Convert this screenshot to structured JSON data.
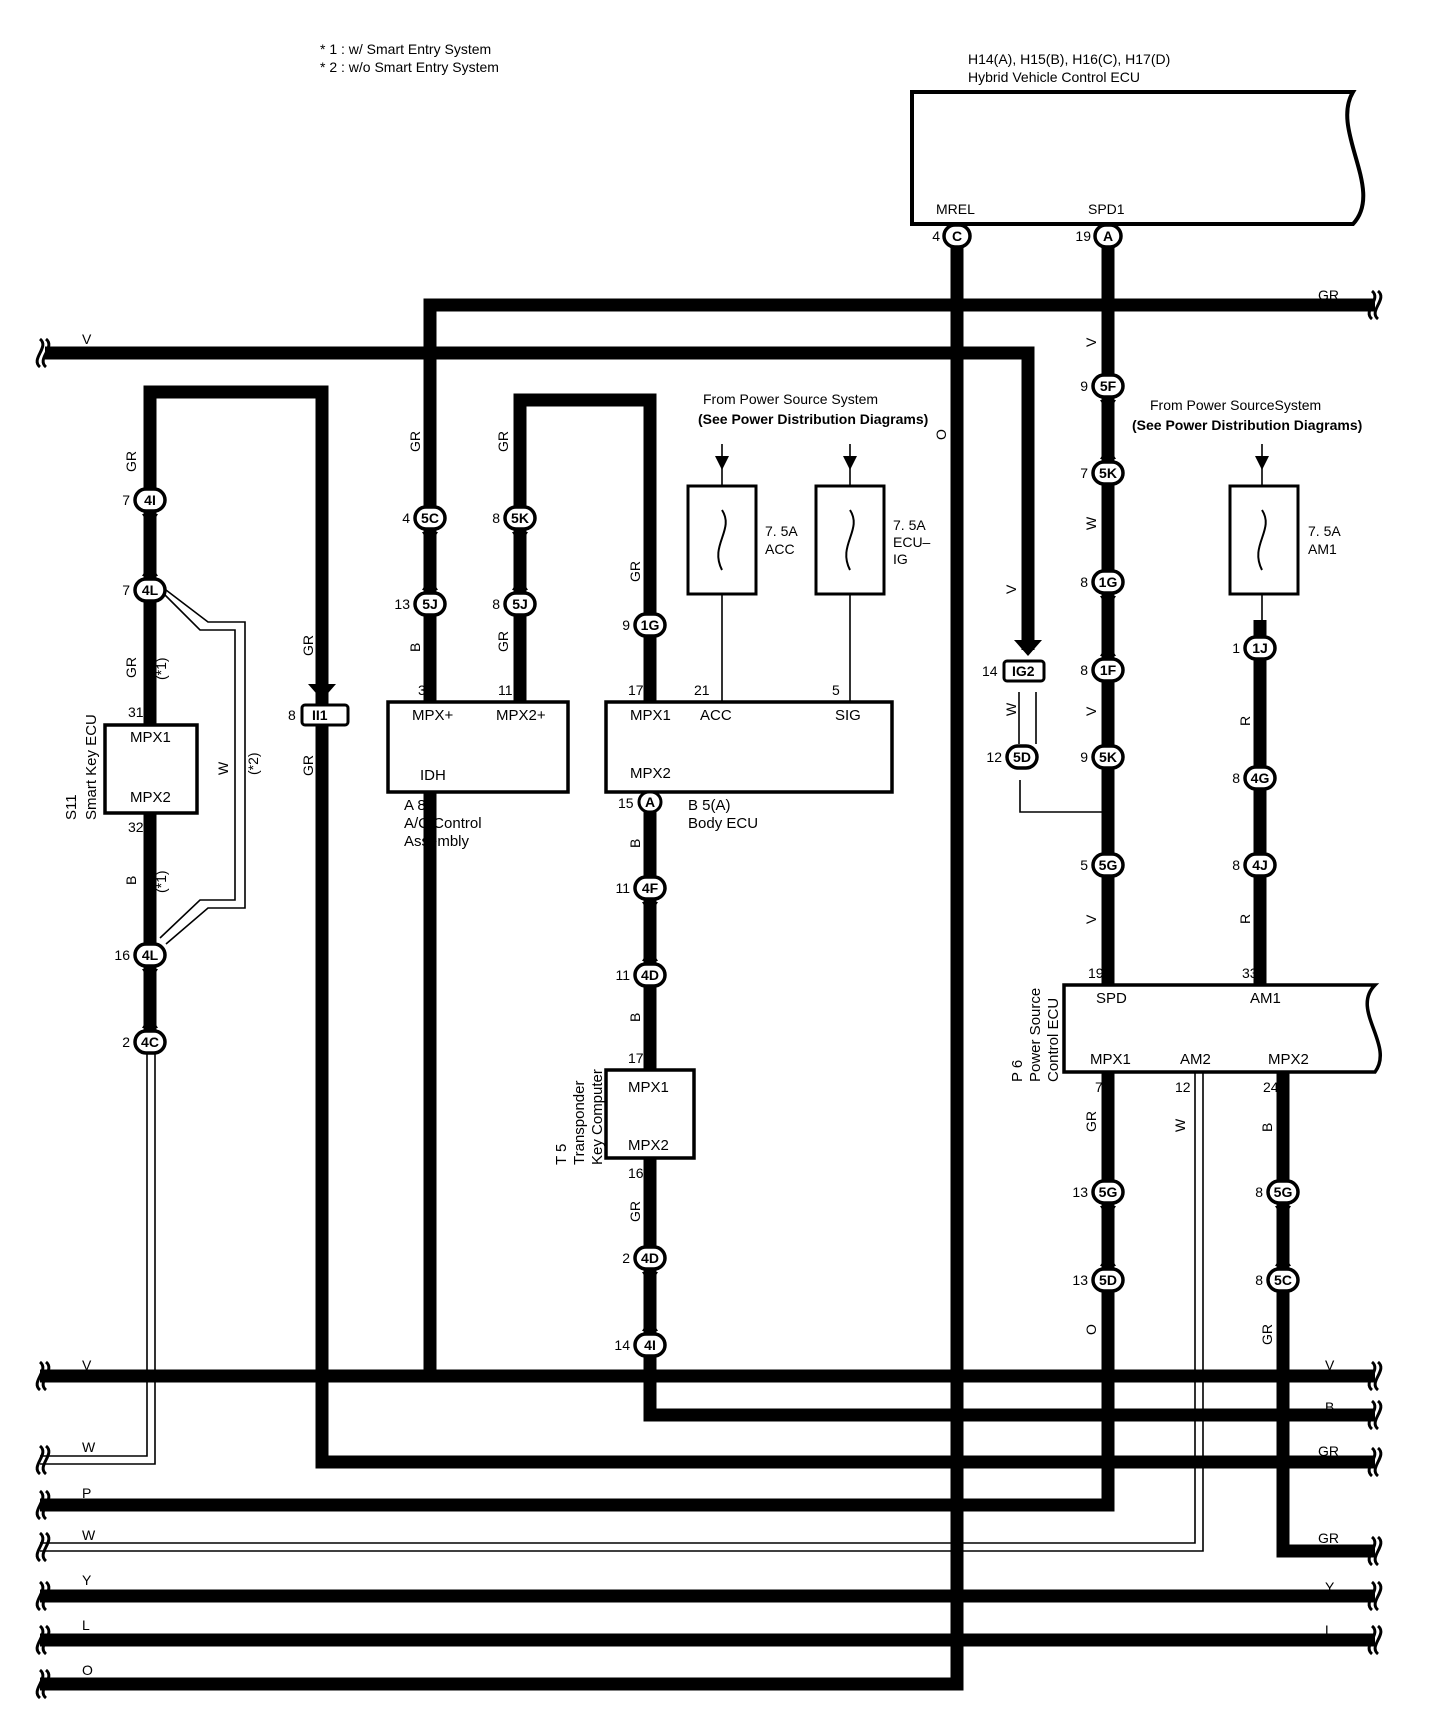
{
  "notes": {
    "note1": "* 1 : w/ Smart Entry System",
    "note2": "* 2 : w/o Smart Entry System"
  },
  "hv_ecu": {
    "connectors": "H14(A), H15(B), H16(C), H17(D)",
    "name": "Hybrid Vehicle Control ECU",
    "pin_mrel": "MREL",
    "pin_spd1": "SPD1",
    "mrel_num": "4",
    "mrel_conn": "C",
    "spd1_num": "19",
    "spd1_conn": "A"
  },
  "power_source": {
    "from1": "From Power Source System",
    "see1": "(See Power Distribution Diagrams)",
    "from2": "From Power SourceSystem",
    "see2": "(See Power Distribution Diagrams)"
  },
  "fuses": {
    "acc_amp": "7. 5A",
    "acc_name": "ACC",
    "ecuig_amp": "7. 5A",
    "ecuig_name1": "ECU–",
    "ecuig_name2": "IG",
    "am1_amp": "7. 5A",
    "am1_name": "AM1"
  },
  "smart_key_ecu": {
    "code": "S11",
    "name": "Smart Key ECU",
    "pin_mpx1": "MPX1",
    "pin_mpx2": "MPX2",
    "num31": "31",
    "num32": "32"
  },
  "ac_control": {
    "code": "A 8",
    "name1": "A/C Control",
    "name2": "Assembly",
    "pin_mpx_plus": "MPX+",
    "pin_mpx2_plus": "MPX2+",
    "pin_idh": "IDH",
    "num3": "3",
    "num11": "11"
  },
  "body_ecu": {
    "code": "B 5(A)",
    "name": "Body ECU",
    "pin_mpx1": "MPX1",
    "pin_acc": "ACC",
    "pin_sig": "SIG",
    "pin_mpx2": "MPX2",
    "num17": "17",
    "num21": "21",
    "num5": "5",
    "num15": "15",
    "conn_a": "A"
  },
  "transponder": {
    "code": "T 5",
    "name1": "Transponder",
    "name2": "Key Computer",
    "pin_mpx1": "MPX1",
    "pin_mpx2": "MPX2",
    "num17": "17",
    "num16": "16"
  },
  "power_source_ecu": {
    "code": "P 6",
    "name1": "Power Source",
    "name2": "Control ECU",
    "pin_spd": "SPD",
    "pin_am1": "AM1",
    "pin_mpx1": "MPX1",
    "pin_am2": "AM2",
    "pin_mpx2": "MPX2",
    "num19": "19",
    "num33": "33",
    "num7": "7",
    "num12": "12",
    "num24": "24"
  },
  "connectors": [
    {
      "id": "c-4I-top",
      "label": "4I",
      "num": "7"
    },
    {
      "id": "c-4L-top",
      "label": "4L",
      "num": "7"
    },
    {
      "id": "c-4L-bot",
      "label": "4L",
      "num": "16"
    },
    {
      "id": "c-4C",
      "label": "4C",
      "num": "2"
    },
    {
      "id": "c-5C",
      "label": "5C",
      "num": "4"
    },
    {
      "id": "c-5J-a",
      "label": "5J",
      "num": "13"
    },
    {
      "id": "c-5K-top",
      "label": "5K",
      "num": "8"
    },
    {
      "id": "c-5J-b",
      "label": "5J",
      "num": "8"
    },
    {
      "id": "c-1G-body",
      "label": "1G",
      "num": "9"
    },
    {
      "id": "c-4F",
      "label": "4F",
      "num": "11"
    },
    {
      "id": "c-4D-top",
      "label": "4D",
      "num": "11"
    },
    {
      "id": "c-4D-bot",
      "label": "4D",
      "num": "2"
    },
    {
      "id": "c-4I-bot",
      "label": "4I",
      "num": "14"
    },
    {
      "id": "c-5F",
      "label": "5F",
      "num": "9"
    },
    {
      "id": "c-5K-r1",
      "label": "5K",
      "num": "7"
    },
    {
      "id": "c-1G-r",
      "label": "1G",
      "num": "8"
    },
    {
      "id": "c-1F",
      "label": "1F",
      "num": "8"
    },
    {
      "id": "c-5K-r2",
      "label": "5K",
      "num": "9"
    },
    {
      "id": "c-5D-top",
      "label": "5D",
      "num": "12"
    },
    {
      "id": "c-5G-top",
      "label": "5G",
      "num": "5"
    },
    {
      "id": "c-1J",
      "label": "1J",
      "num": "1"
    },
    {
      "id": "c-4G",
      "label": "4G",
      "num": "8"
    },
    {
      "id": "c-4J",
      "label": "4J",
      "num": "8"
    },
    {
      "id": "c-5G-mid",
      "label": "5G",
      "num": "13"
    },
    {
      "id": "c-5D-bot",
      "label": "5D",
      "num": "13"
    },
    {
      "id": "c-5G-r",
      "label": "5G",
      "num": "8"
    },
    {
      "id": "c-5C-r",
      "label": "5C",
      "num": "8"
    }
  ],
  "boxes": {
    "ig2_label": "IG2",
    "ig2_num": "14",
    "ii1_label": "II1",
    "ii1_num": "8"
  },
  "wire_labels": {
    "gr_top_right": "GR",
    "v_top_left": "V",
    "v_bottom_left": "V",
    "w_bottom_left": "W",
    "p_bottom_left": "P",
    "w2_bottom_left": "W",
    "y_bottom_left": "Y",
    "l_bottom_left": "L",
    "o_bottom_left": "O",
    "v_bottom_right": "V",
    "b_bottom_right": "B",
    "gr1_bottom_right": "GR",
    "gr2_bottom_right": "GR",
    "y_bottom_right": "Y",
    "l_bottom_right": "L",
    "sk_gr1": "GR",
    "sk_gr2": "GR",
    "sk_star1a": "(*1)",
    "sk_b": "B",
    "sk_star1b": "(*1)",
    "sk_w": "W",
    "sk_star2": "(*2)",
    "ii1_gr_top": "GR",
    "ii1_gr_bot": "GR",
    "ac_gr1": "GR",
    "ac_b": "B",
    "ac_gr2": "GR",
    "ac_gr3": "GR",
    "body_gr": "GR",
    "o_mid": "O",
    "t_b1": "B",
    "t_b2": "B",
    "t_gr": "GR",
    "r_v1": "V",
    "r_w": "W",
    "r_v2": "V",
    "r_v3": "V",
    "ig2_v": "V",
    "ig2_w": "W",
    "am1_r1": "R",
    "am1_r2": "R",
    "ps_gr": "GR",
    "ps_w": "W",
    "ps_b": "B",
    "ps_o": "O",
    "ps_gr2": "GR"
  }
}
